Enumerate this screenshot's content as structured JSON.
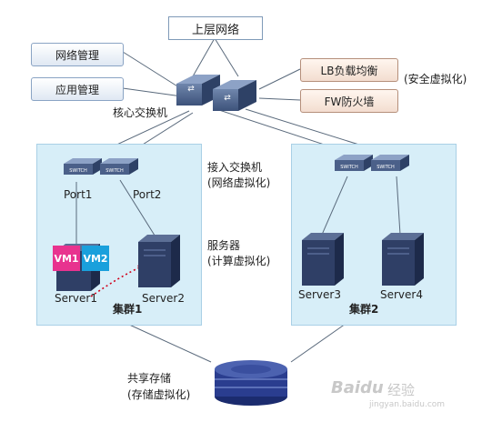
{
  "upper_network": "上层网络",
  "mgmt": {
    "network": "网络管理",
    "app": "应用管理"
  },
  "security": {
    "lb": "LB负载均衡",
    "fw": "FW防火墙",
    "note": "(安全虚拟化)"
  },
  "core_switch": "核心交换机",
  "switch_text": "SWITCH",
  "access": {
    "title": "接入交换机",
    "note": "(网络虚拟化)"
  },
  "server_area": {
    "title": "服务器",
    "note": "(计算虚拟化)"
  },
  "ports": {
    "p1": "Port1",
    "p2": "Port2"
  },
  "vms": {
    "vm1": "VM1",
    "vm2": "VM2"
  },
  "servers": {
    "s1": "Server1",
    "s2": "Server2",
    "s3": "Server3",
    "s4": "Server4"
  },
  "clusters": {
    "c1": "集群1",
    "c2": "集群2"
  },
  "storage": {
    "title": "共享存储",
    "note": "(存储虚拟化)"
  },
  "watermark": {
    "brand": "Baidu",
    "suffix": "经验",
    "url": "jingyan.baidu.com"
  },
  "colors": {
    "cluster_bg": "#d7eef8",
    "vm1": "#e8338f",
    "vm2": "#1aa0dc",
    "migrate": "#d0021b",
    "storage": "#2a3d8f"
  }
}
